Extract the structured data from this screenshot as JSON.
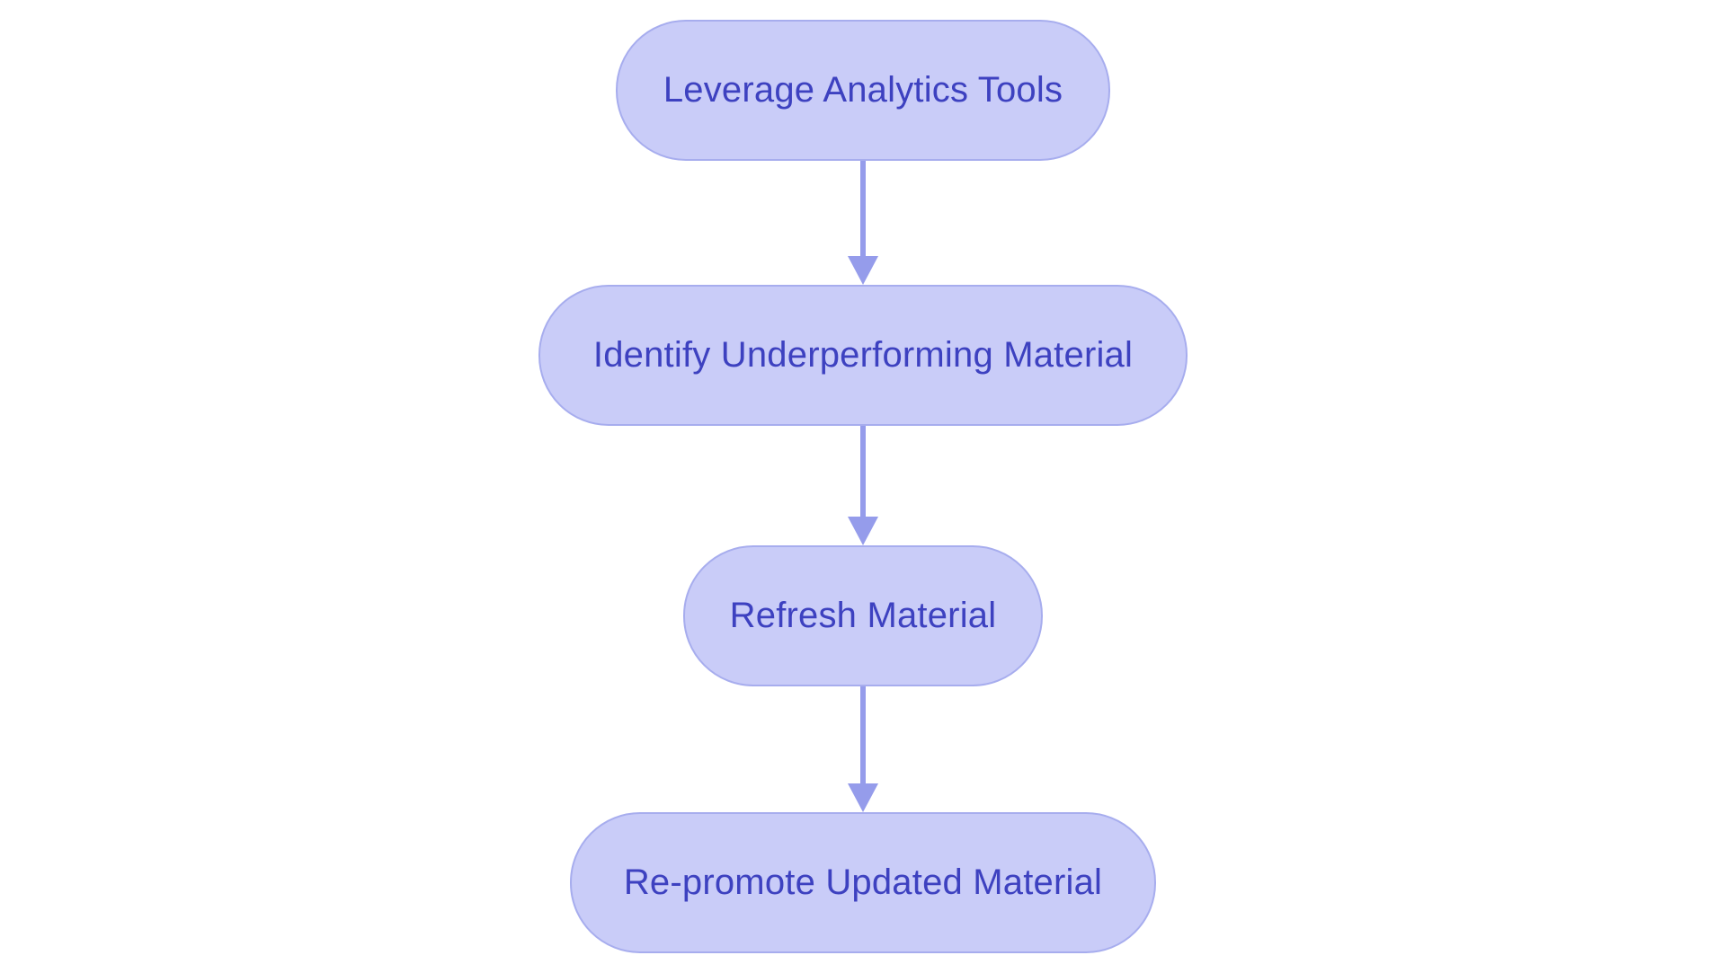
{
  "diagram": {
    "type": "flowchart",
    "direction": "top-down",
    "nodes": [
      {
        "id": "step-1",
        "label": "Leverage Analytics Tools"
      },
      {
        "id": "step-2",
        "label": "Identify Underperforming Material"
      },
      {
        "id": "step-3",
        "label": "Refresh Material"
      },
      {
        "id": "step-4",
        "label": "Re-promote Updated Material"
      }
    ],
    "edges": [
      {
        "from": "step-1",
        "to": "step-2",
        "style": "arrow-down"
      },
      {
        "from": "step-2",
        "to": "step-3",
        "style": "arrow-down"
      },
      {
        "from": "step-3",
        "to": "step-4",
        "style": "arrow-down"
      }
    ],
    "colors": {
      "background": "#ffffff",
      "node_fill": "#c9ccf8",
      "node_border": "#a7adee",
      "node_text": "#3d41c0",
      "arrow": "#959ceb"
    }
  }
}
